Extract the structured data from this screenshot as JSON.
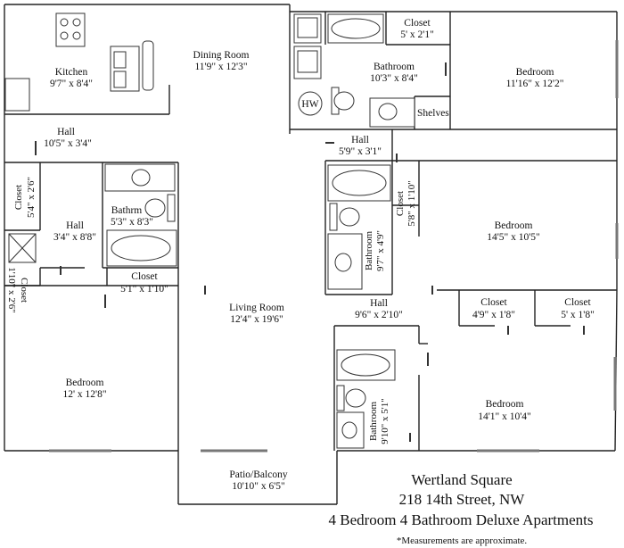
{
  "rooms": {
    "kitchen": {
      "name": "Kitchen",
      "dim": "9'7\" x 8'4\""
    },
    "dining": {
      "name": "Dining Room",
      "dim": "11'9\" x 12'3\""
    },
    "closet_top": {
      "name": "Closet",
      "dim": "5' x 2'1\""
    },
    "bath_top": {
      "name": "Bathroom",
      "dim": "10'3\" x 8'4\""
    },
    "bedroom_ne": {
      "name": "Bedroom",
      "dim": "11'16\" x 12'2\""
    },
    "hall_top": {
      "name": "Hall",
      "dim": "10'5\" x 3'4\""
    },
    "hall_center": {
      "name": "Hall",
      "dim": "5'9\" x 3'1\""
    },
    "closet_left_upper": {
      "name": "Closet",
      "dim": "5'4\" x 2'6\""
    },
    "hall_left": {
      "name": "Hall",
      "dim": "3'4\" x 8'8\""
    },
    "bathrm_left": {
      "name": "Bathrm",
      "dim": "5'3\" x 8'3\""
    },
    "closet_left_lower": {
      "name": "Closet",
      "dim": "1'10\" x 2'6\""
    },
    "closet_mid": {
      "name": "Closet",
      "dim": "5'1\" x 1'10\""
    },
    "closet_right_mid": {
      "name": "Closet",
      "dim": "5'8\" x 1'10\""
    },
    "bedroom_right_mid": {
      "name": "Bedroom",
      "dim": "14'5\" x 10'5\""
    },
    "bath_right_mid": {
      "name": "Bathroom",
      "dim": "9'7\" x 4'9\""
    },
    "living": {
      "name": "Living Room",
      "dim": "12'4\" x 19'6\""
    },
    "hall_lower": {
      "name": "Hall",
      "dim": "9'6\" x 2'10\""
    },
    "closet_low1": {
      "name": "Closet",
      "dim": "4'9\" x 1'8\""
    },
    "closet_low2": {
      "name": "Closet",
      "dim": "5' x 1'8\""
    },
    "bedroom_sw": {
      "name": "Bedroom",
      "dim": "12' x 12'8\""
    },
    "bedroom_se": {
      "name": "Bedroom",
      "dim": "14'1\" x 10'4\""
    },
    "bath_lower": {
      "name": "Bathroom",
      "dim": "9'10\" x 5'1\""
    },
    "patio": {
      "name": "Patio/Balcony",
      "dim": "10'10\" x 6'5\""
    }
  },
  "fixtures": {
    "water_heater": "HW",
    "shelves": "Shelves"
  },
  "caption": {
    "line1": "Wertland Square",
    "line2": "218 14th Street, NW",
    "line3": "4 Bedroom 4 Bathroom Deluxe Apartments",
    "note": "*Measurements are approximate."
  }
}
